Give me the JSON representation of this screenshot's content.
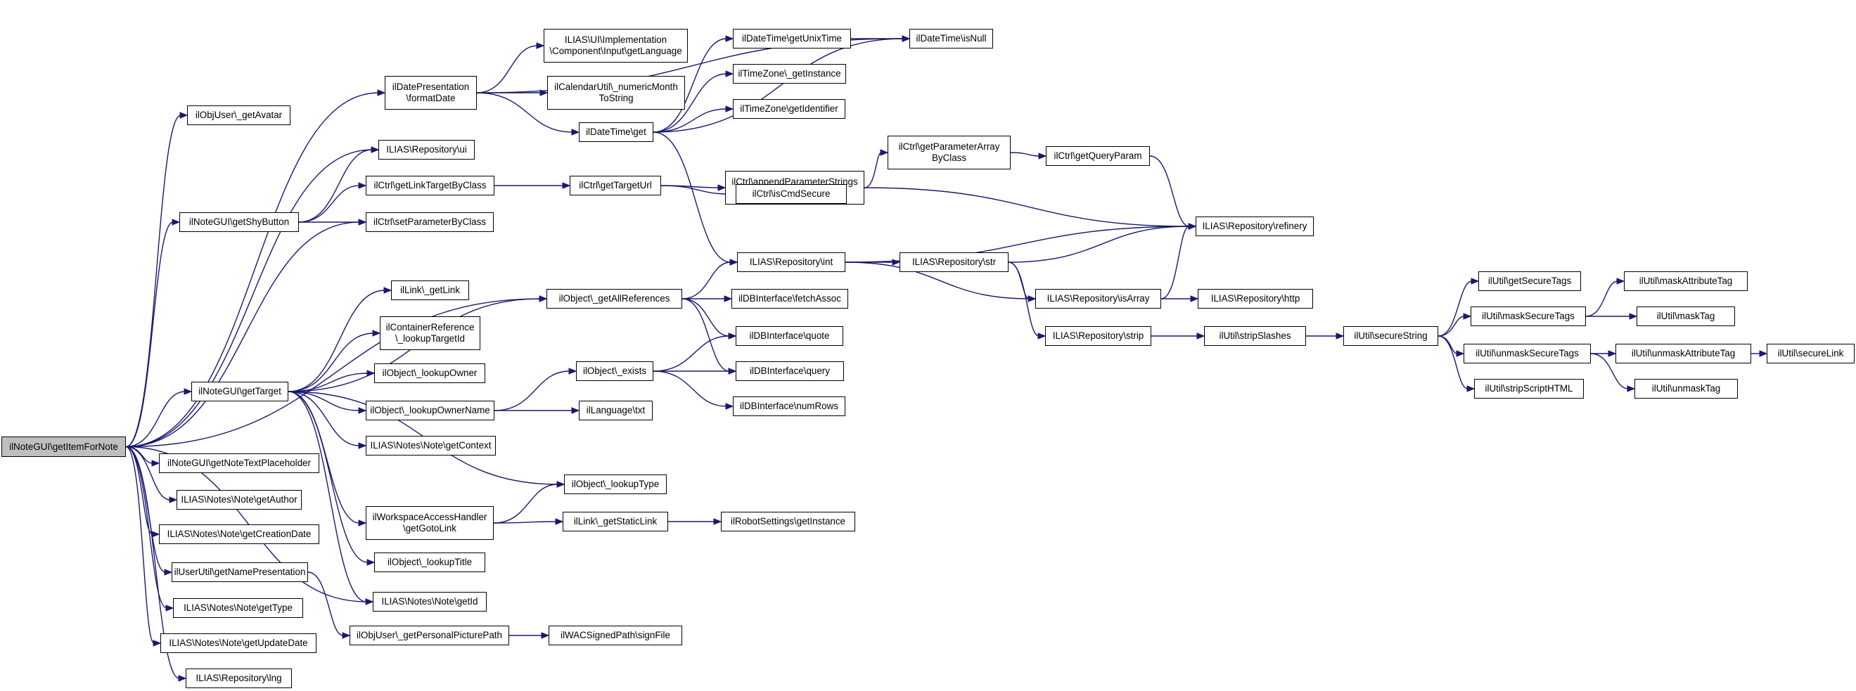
{
  "colors": {
    "edge": "#191970",
    "node_border": "#000000",
    "node_fill": "#ffffff",
    "root_fill": "#bfbfbf"
  },
  "nodes": [
    {
      "id": "root",
      "label": "ilNoteGUI\\getItemForNote"
    },
    {
      "id": "getAvatar",
      "label": "ilObjUser\\_getAvatar"
    },
    {
      "id": "formatDate",
      "label": "ilDatePresentation\n\\formatDate"
    },
    {
      "id": "getLanguage",
      "label": "ILIAS\\UI\\Implementation\n\\Component\\Input\\getLanguage"
    },
    {
      "id": "numericMonth",
      "label": "ilCalendarUtil\\_numericMonth\nToString"
    },
    {
      "id": "dtGet",
      "label": "ilDateTime\\get"
    },
    {
      "id": "getUnixTime",
      "label": "ilDateTime\\getUnixTime"
    },
    {
      "id": "isNull",
      "label": "ilDateTime\\isNull"
    },
    {
      "id": "tzGetInstance",
      "label": "ilTimeZone\\_getInstance"
    },
    {
      "id": "tzGetIdentifier",
      "label": "ilTimeZone\\getIdentifier"
    },
    {
      "id": "repoUi",
      "label": "ILIAS\\Repository\\ui"
    },
    {
      "id": "getLinkTarget",
      "label": "ilCtrl\\getLinkTargetByClass"
    },
    {
      "id": "getTargetUrl",
      "label": "ilCtrl\\getTargetUrl"
    },
    {
      "id": "appendParams",
      "label": "ilCtrl\\appendParameterStrings\nByClass"
    },
    {
      "id": "getParamArray",
      "label": "ilCtrl\\getParameterArray\nByClass"
    },
    {
      "id": "getQueryParam",
      "label": "ilCtrl\\getQueryParam"
    },
    {
      "id": "isCmdSecure",
      "label": "ilCtrl\\isCmdSecure"
    },
    {
      "id": "refinery",
      "label": "ILIAS\\Repository\\refinery"
    },
    {
      "id": "getShyButton",
      "label": "ilNoteGUI\\getShyButton"
    },
    {
      "id": "setParam",
      "label": "ilCtrl\\setParameterByClass"
    },
    {
      "id": "repoInt",
      "label": "ILIAS\\Repository\\int"
    },
    {
      "id": "repoStr",
      "label": "ILIAS\\Repository\\str"
    },
    {
      "id": "getAllRefs",
      "label": "ilObject\\_getAllReferences"
    },
    {
      "id": "fetchAssoc",
      "label": "ilDBInterface\\fetchAssoc"
    },
    {
      "id": "isArray",
      "label": "ILIAS\\Repository\\isArray"
    },
    {
      "id": "http",
      "label": "ILIAS\\Repository\\http"
    },
    {
      "id": "getLink",
      "label": "ilLink\\_getLink"
    },
    {
      "id": "lookupTargetId",
      "label": "ilContainerReference\n\\_lookupTargetId"
    },
    {
      "id": "quote",
      "label": "ilDBInterface\\quote"
    },
    {
      "id": "repoStrip",
      "label": "ILIAS\\Repository\\strip"
    },
    {
      "id": "stripSlashes",
      "label": "ilUtil\\stripSlashes"
    },
    {
      "id": "secureString",
      "label": "ilUtil\\secureString"
    },
    {
      "id": "getSecureTags",
      "label": "ilUtil\\getSecureTags"
    },
    {
      "id": "maskSecureTags",
      "label": "ilUtil\\maskSecureTags"
    },
    {
      "id": "maskAttributeTag",
      "label": "ilUtil\\maskAttributeTag"
    },
    {
      "id": "maskTag",
      "label": "ilUtil\\maskTag"
    },
    {
      "id": "unmaskSecureTags",
      "label": "ilUtil\\unmaskSecureTags"
    },
    {
      "id": "unmaskAttributeTag",
      "label": "ilUtil\\unmaskAttributeTag"
    },
    {
      "id": "secureLink",
      "label": "ilUtil\\secureLink"
    },
    {
      "id": "stripScriptHTML",
      "label": "ilUtil\\stripScriptHTML"
    },
    {
      "id": "unmaskTag",
      "label": "ilUtil\\unmaskTag"
    },
    {
      "id": "lookupOwner",
      "label": "ilObject\\_lookupOwner"
    },
    {
      "id": "getTarget",
      "label": "ilNoteGUI\\getTarget"
    },
    {
      "id": "objExists",
      "label": "ilObject\\_exists"
    },
    {
      "id": "query",
      "label": "ilDBInterface\\query"
    },
    {
      "id": "numRows",
      "label": "ilDBInterface\\numRows"
    },
    {
      "id": "lookupOwnerName",
      "label": "ilObject\\_lookupOwnerName"
    },
    {
      "id": "lngTxt",
      "label": "ilLanguage\\txt"
    },
    {
      "id": "getContext",
      "label": "ILIAS\\Notes\\Note\\getContext"
    },
    {
      "id": "getPlaceholder",
      "label": "ilNoteGUI\\getNoteTextPlaceholder"
    },
    {
      "id": "lookupType",
      "label": "ilObject\\_lookupType"
    },
    {
      "id": "getAuthor",
      "label": "ILIAS\\Notes\\Note\\getAuthor"
    },
    {
      "id": "getGotoLink",
      "label": "ilWorkspaceAccessHandler\n\\getGotoLink"
    },
    {
      "id": "getStaticLink",
      "label": "ilLink\\_getStaticLink"
    },
    {
      "id": "robotGetInstance",
      "label": "ilRobotSettings\\getInstance"
    },
    {
      "id": "getCreationDate",
      "label": "ILIAS\\Notes\\Note\\getCreationDate"
    },
    {
      "id": "lookupTitle",
      "label": "ilObject\\_lookupTitle"
    },
    {
      "id": "getNamePresentation",
      "label": "ilUserUtil\\getNamePresentation"
    },
    {
      "id": "getId",
      "label": "ILIAS\\Notes\\Note\\getId"
    },
    {
      "id": "getType",
      "label": "ILIAS\\Notes\\Note\\getType"
    },
    {
      "id": "getPicturePath",
      "label": "ilObjUser\\_getPersonalPicturePath"
    },
    {
      "id": "signFile",
      "label": "ilWACSignedPath\\signFile"
    },
    {
      "id": "getUpdateDate",
      "label": "ILIAS\\Notes\\Note\\getUpdateDate"
    },
    {
      "id": "lng",
      "label": "ILIAS\\Repository\\lng"
    }
  ],
  "edges": [
    [
      "root",
      "getAvatar"
    ],
    [
      "root",
      "formatDate"
    ],
    [
      "root",
      "repoUi"
    ],
    [
      "root",
      "getShyButton"
    ],
    [
      "root",
      "setParam"
    ],
    [
      "root",
      "getAllRefs"
    ],
    [
      "root",
      "getTarget"
    ],
    [
      "root",
      "getPlaceholder"
    ],
    [
      "root",
      "getAuthor"
    ],
    [
      "root",
      "getCreationDate"
    ],
    [
      "root",
      "getNamePresentation"
    ],
    [
      "root",
      "getId"
    ],
    [
      "root",
      "getType"
    ],
    [
      "root",
      "getUpdateDate"
    ],
    [
      "root",
      "lng"
    ],
    [
      "formatDate",
      "isNull"
    ],
    [
      "formatDate",
      "getLanguage"
    ],
    [
      "formatDate",
      "numericMonth"
    ],
    [
      "formatDate",
      "dtGet"
    ],
    [
      "dtGet",
      "getUnixTime"
    ],
    [
      "dtGet",
      "tzGetInstance"
    ],
    [
      "dtGet",
      "tzGetIdentifier"
    ],
    [
      "dtGet",
      "isNull"
    ],
    [
      "dtGet",
      "repoInt"
    ],
    [
      "getUnixTime",
      "isNull"
    ],
    [
      "getShyButton",
      "repoUi"
    ],
    [
      "getShyButton",
      "getLinkTarget"
    ],
    [
      "getShyButton",
      "setParam"
    ],
    [
      "getLinkTarget",
      "getTargetUrl"
    ],
    [
      "getTargetUrl",
      "appendParams"
    ],
    [
      "getTargetUrl",
      "isCmdSecure"
    ],
    [
      "appendParams",
      "getParamArray"
    ],
    [
      "appendParams",
      "refinery"
    ],
    [
      "getParamArray",
      "getQueryParam"
    ],
    [
      "getQueryParam",
      "refinery"
    ],
    [
      "repoInt",
      "refinery"
    ],
    [
      "repoInt",
      "repoStr"
    ],
    [
      "repoInt",
      "isArray"
    ],
    [
      "repoStr",
      "refinery"
    ],
    [
      "repoStr",
      "isArray"
    ],
    [
      "repoStr",
      "repoStrip"
    ],
    [
      "isArray",
      "refinery"
    ],
    [
      "isArray",
      "http"
    ],
    [
      "repoStrip",
      "stripSlashes"
    ],
    [
      "stripSlashes",
      "secureString"
    ],
    [
      "secureString",
      "getSecureTags"
    ],
    [
      "secureString",
      "maskSecureTags"
    ],
    [
      "secureString",
      "unmaskSecureTags"
    ],
    [
      "secureString",
      "stripScriptHTML"
    ],
    [
      "maskSecureTags",
      "maskAttributeTag"
    ],
    [
      "maskSecureTags",
      "maskTag"
    ],
    [
      "unmaskSecureTags",
      "unmaskAttributeTag"
    ],
    [
      "unmaskSecureTags",
      "unmaskTag"
    ],
    [
      "unmaskAttributeTag",
      "secureLink"
    ],
    [
      "getAllRefs",
      "repoInt"
    ],
    [
      "getAllRefs",
      "fetchAssoc"
    ],
    [
      "getAllRefs",
      "quote"
    ],
    [
      "getAllRefs",
      "query"
    ],
    [
      "getTarget",
      "getAllRefs"
    ],
    [
      "getTarget",
      "getLink"
    ],
    [
      "getTarget",
      "lookupTargetId"
    ],
    [
      "getTarget",
      "lookupOwner"
    ],
    [
      "getTarget",
      "lookupOwnerName"
    ],
    [
      "getTarget",
      "getContext"
    ],
    [
      "getTarget",
      "lookupType"
    ],
    [
      "getTarget",
      "getGotoLink"
    ],
    [
      "getTarget",
      "lookupTitle"
    ],
    [
      "getTarget",
      "getId"
    ],
    [
      "lookupOwnerName",
      "objExists"
    ],
    [
      "lookupOwnerName",
      "lngTxt"
    ],
    [
      "objExists",
      "quote"
    ],
    [
      "objExists",
      "query"
    ],
    [
      "objExists",
      "numRows"
    ],
    [
      "getGotoLink",
      "lookupType"
    ],
    [
      "getGotoLink",
      "getStaticLink"
    ],
    [
      "getStaticLink",
      "robotGetInstance"
    ],
    [
      "getNamePresentation",
      "getPicturePath"
    ],
    [
      "getPicturePath",
      "signFile"
    ]
  ]
}
